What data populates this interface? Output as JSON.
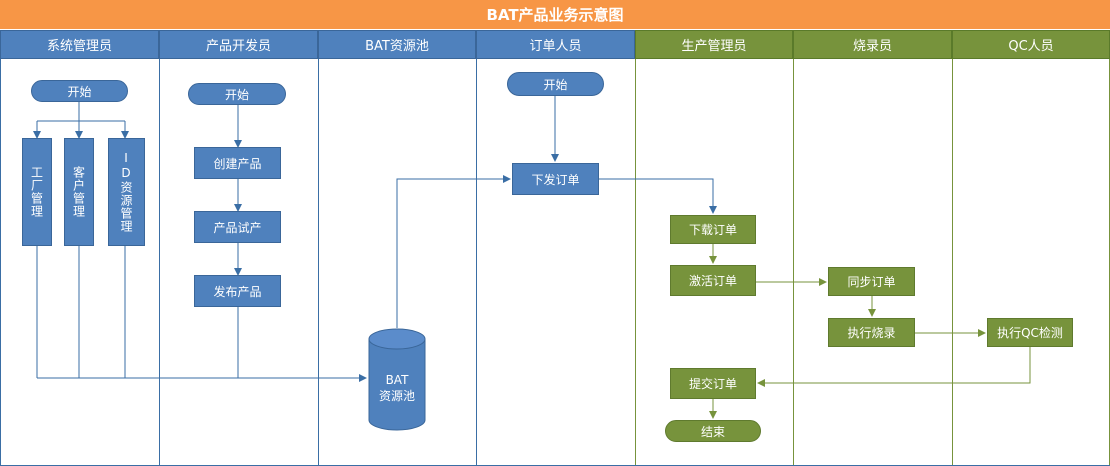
{
  "title": "BAT产品业务示意图",
  "lanes": [
    {
      "label": "系统管理员"
    },
    {
      "label": "产品开发员"
    },
    {
      "label": "BAT资源池"
    },
    {
      "label": "订单人员"
    },
    {
      "label": "生产管理员"
    },
    {
      "label": "烧录员"
    },
    {
      "label": "QC人员"
    }
  ],
  "nodes": {
    "sys_start": "开始",
    "factory_mgmt": "工厂管理",
    "customer_mgmt": "客户管理",
    "id_resource_mgmt": "ID资源管理",
    "dev_start": "开始",
    "create_product": "创建产品",
    "product_trial": "产品试产",
    "publish_product": "发布产品",
    "bat_pool_line1": "BAT",
    "bat_pool_line2": "资源池",
    "order_start": "开始",
    "issue_order": "下发订单",
    "download_order": "下载订单",
    "activate_order": "激活订单",
    "submit_order": "提交订单",
    "end": "结束",
    "sync_order": "同步订单",
    "execute_burn": "执行烧录",
    "execute_qc": "执行QC检测"
  },
  "colors": {
    "title_bar": "#f79646",
    "blue_lane": "#4f81bd",
    "green_lane": "#77933c",
    "blue_edge": "#3a6ea5",
    "green_edge": "#77933c"
  }
}
